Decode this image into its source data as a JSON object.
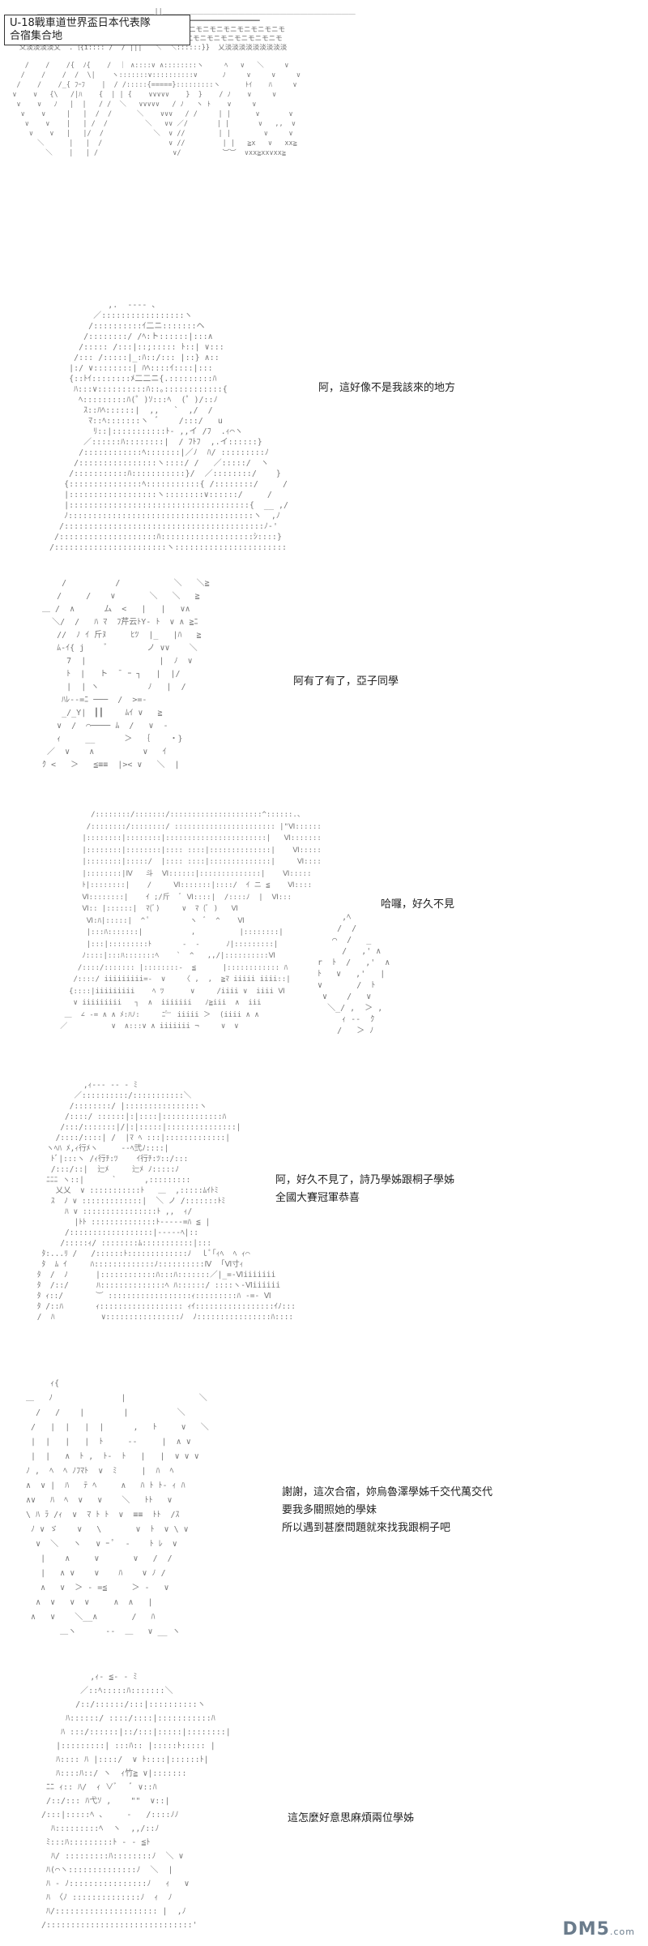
{
  "header": {
    "line1": "U-18戰車道世界盃日本代表隊",
    "line2": "合宿集合地"
  },
  "panels": [
    {
      "dialog": []
    },
    {
      "dialog": [
        "阿，這好像不是我該來的地方"
      ]
    },
    {
      "dialog": [
        "阿有了有了，亞子同學"
      ]
    },
    {
      "dialog": [
        "哈囉，好久不見"
      ]
    },
    {
      "dialog": [
        "阿，好久不見了，詩乃學姊跟桐子學姊",
        "全國大賽冠軍恭喜"
      ]
    },
    {
      "dialog": [
        "謝謝，這次合宿，妳烏魯澤學姊千交代萬交代",
        "要我多關照她的學妹",
        "所以遇到甚麼問題就來找我跟桐子吧"
      ]
    },
    {
      "dialog": [
        "這怎麼好意思麻煩兩位學姊"
      ]
    }
  ],
  "watermark": {
    "brand": "DM5",
    "suffix": ".com"
  },
  "art": {
    "p0_top": "         ＿＿＿＿＿＿＿＿＿＿＿＿＿＿＿＿＿||＿＿＿＿＿＿＿＿＿＿＿＿＿＿＿＿＿＿＿＿＿＿＿＿＿＿＿＿\n ━━━━━━━━━━━━━━━━━━━━━━━/ /||＼ ━━━━━━━━━━━━━━━━━━━━━━━━━━━━━━━\n 淡淡淡淡淡淡淡淡淡淡乂ニニ二二二ニ/ / ||| ＼ニ二二二二モニモニモニモニモニモニモ\n 淡淡淡淡淡淡淡乂二二ニ二二ニ二二/／ /_||| ＼＼_二二二モニモニモニモニモニモニモ\n  ￣ 爻淡淡淡淡乂  .｛{i:::: /  / |||   ＼  ＼::::::}}  乂淡淡淡淡淡淡淡淡淡",
    "p0_bottom": "      /    /    /{  ﾉ{    /  ｜ ∧::::∨ ∧::::::::ヽ     ﾍ   ∨   ＼     ∨\n     /    /    /  /  \\|    ヽ:::::::∨::::::::::∨      ﾉ     ∨     ∨     ∨\n    /    /    /_{ ﾌｰﾌ    |  / /:::::{=====}:::::::::ヽ      ﾄｲ    ﾊ     ∨\n   ∨    ∨   {\\   /|ﾊ    {  | | {    ∨∨∨∨∨    }  }    / ﾉ    ∨     ∨\n    ∨    ∨   ﾉ   |  |   / /  ＼   ∨∨∨∨∨   / ﾉ   ヽ ﾄ    ∨     ∨\n     ∨    ∨     |   |  /  /      ＼    ∨∨∨   / /     | |      ∨       ∨\n      ∨    ∨    |   | /  /         ＼   ∨∨ ／/       | |       ∨   ,,  ∨\n       ∨    ∨   |   |/  /            ＼  ∨ //        | |        ∨     ∨\n         ＼      |   |  /                ∨ //         | |   ≧x   ∨   xx≧\n           ＼    |   | /                  ∨/          ︶︶  ∨xx≧xx∨xx≧",
    "p1": "             ,.  --‐‐ ､\n          ／:::::::::::::::::ヽ\n         /::::::::::ｲ二ニ:::::::ヘ\n        /::::::::/ /ﾍ:ト::::::|:::∧\n       /::::: /:::|::;::::: ﾄ::| ∨:::\n      /::: /:::::|_:ﾊ::/::: |::} ∧::\n     |:/ ∨::::::::| ﾊﾍ::::ｲ::::|:::\n     {::ﾄｲ::::::::ﾒ二二ニ{.:::::::::ﾊ\n      ﾊ:::∨::::::::::ﾊ::｡::::::::::::{\n       ﾍ:::::::::ﾊ(゜)ｿ:::ﾍ  (゜)/::ﾉ\n        ｽ::ﾊﾍ::::::|  ,,   `  ,/  /\n         ﾏ::ﾍ:::::::ヽ  ﾞ    /:::/   u\n          ﾘ::|:::::::::::ﾄ‐ ,,イ /ﾌ  .ｨ⌒ヽ\n        ／::::::ﾊ::::::::|  / ﾌﾄﾌ  ,.イ::::::}\n       /::::::::::::ﾍ:::::::|／ﾉ  ﾊ/ :::::::::ﾉ\n      /::::::::::::::::ヽ::::/ /   ／:::::/  ヽ\n     /:::::::::::ﾊ:::::::::::}/  ／::::::::/    }\n    {:::::::::::::::ﾍ:::::::::::{ /::::::::/     /\n    |::::::::::::::::::ヽ::::::::∨::::::/     /\n    |:::::::::::::::::::::::::::::::::::::{  __ ,/\n    ﾉ::::::::::::::::::::::::::::::::::::::ヽ  ,ﾉ\n   /:::::::::::::::::::::::::::::::::::::::::ﾉ‐'\n  /::::::::::::::::::::ﾊ:::::::::::::::::::ｼ::::}\n /:::::::::::::::::::::::ヽ::::::::::::::::::::::::::ﾉ",
    "p2": "      /          /           ＼   ＼≧\n     /     /    ∨       ＼   ＼   ≧\n  ＿ /  ∧      ム  <   |   |   ∨∧\n    ＼/  /   ﾊ ﾏ  ﾌ芹云ﾄY‐ ﾄ  ∨ ∧ ≧ﾆ\n     //  ﾉ ｲ 斤ﾇ     ﾋﾂ  |_   |ﾊ   ≧\n     ﾑ-ｲ{ j    ﾞ        ノ ∨∨    ＼\n       7  |               |  ﾉ  ∨\n       ﾄ  |   ト  ̄  ｰ ┐   |  |/\n       |  | ヽ          ﾉ   |  /\n      ﾊﾚ‐‐=ﾆ ───  /  >=‐\n      _/_Y|  ▎▎    ﾑｲ ∨   ≧\n     ∨  /  ⌒──── ﾑ  /   ∨  ‐\n     ｨ     __      ＞  ｛    ・}\n   ／  ∨    ∧          ∨   ｲ\n  ｸ <   ＞   ≦≡≡  |>< ∨   ＼  |",
    "p3": "          /::::::::/:::::::/:::::::::::::::::::::^::::::.、\n         /::::::::/::::::::/ ::::::::::::::::::::::: |\"Ⅵ:::::::::\n        |::::::::|::::::::|:::::::::::::::::::::::|   Ⅵ::::::::\n        |::::::::|::::::::|:::: ::::|::::::::::::::|    Ⅵ:::::::\n        |::::::::|:::::/  |:::: ::::|::::::::::::::|     Ⅵ::::::\n        |::::::::|Ⅳ   斗  Ⅵ::::::|::::::::::::::|    Ⅵ:::::\n        ﾄ|::::::::|    /     Ⅵ:::::::|::::/  ｲ ニ ≦    Ⅵ::::\n        Ⅵ::::::::|    ｲ ;/斤  ﾞ Ⅵ::::|  /::::ﾉ  |  Ⅵ:::\n        Ⅵ:: |::::::|  ﾏ(ﾞ)     ∨  ﾏ (ﾞ )   Ⅵ\n         Ⅵ:ﾊ|:::::|  ^ ﾟ         ヽ  ﾞ  ^    Ⅵ\n         |:::ﾊ:::::::|           ,          |::::::::|\n         |:::|:::::::::ﾄ       ‐  ‐      ﾉ|:::::::::|\n        ﾉ::::|:::ﾊ:::::::ﾍ    `  ^   ,,/|::::::::::Ⅵ\n       /::::/::::::: |::::::::‐  ≦      |:::::::::::: ﾊ\n      /::::/ iiiiiiiii=-  ∨    〈 ,  ,  ≧ﾏ iiiii iiii::|\n     {::::|iiiiiiiii    ﾍ ﾂ      ∨     /iiii ∨  iiii Ⅵ\n      ∨ iiiiiiiii   ┐  ∧  iiiiiii   ﾉ≧iii  ∧  iii\n    ＿  ∠ ‐= ∧ ∧ ﾒ:ﾊﾉ:     ﾆ﹄ iiiii ＞  (iiii ∧ ∧\n   ／          ∨  ∧:::∨ ∧ iiiiiii ¬     ∨  ∨",
    "p3_hand": "       ,ﾍ\n      /  /\n     ⌒  /   _\n       /   ,' ∧\n  r  ﾄ  /   ,'  ∧\n  ﾄ   ∨   ,'   |\n  ∨       /  ﾄ\n   ∨    /   ∨\n    ＼_/ ,  ＞ ,\n       ｨ ‐‐  ｸ\n      /   ＞ ﾉ",
    "p4": "           ,ｨ‐‐‐ ‐‐ ‐ ﾐ\n         ／::::::::::/:::::::::::＼\n        /::::::::/ |::::::::::::::::ヽ\n       /::::/ ::::::|:|::::|:::::::::::::ﾊ\n      /:::/:::::::|/|:|:::::|:::::::::::::::|\n     /::::/::::| /  |ﾏ ﾍ :::|:::::::::::::|\n   ヽﾍﾊ ﾒ,ｨ行ﾒヽ     ‐‐ﾍ弐ﾉ::::|\n    ﾄﾞ|:::ヽ /ｨ行ﾁ:ﾂ    ｲ行ﾁ:ﾂ::/:::\n    /:::/::|  辷ﾒ     辷ﾒ ﾉ:::::ﾉ\n   ﾆﾆﾆ ヽ::|      `      ,:::::::::\n     乂乂  ∨ :::::::::::ﾄ   ＿  ,:::::ﾑｲﾄﾐ\n    ｽ  ﾉ ∨ :::::::::::::|  ＼ ノ /:::::::ﾄﾐ\n       ﾊ ∨ ::::::::::::::::ﾄ ,,  ｨ/\n         |ﾄﾄ ::::::::::::::ﾄ‐‐‐‐‐=ﾊ ≦ |\n       /::::::::::::::::::|‐-‐--ﾍ|::\n      /:::::ｨ/ ::::::::ﾑ:::::::::::|:::\n  ﾀ:...ﾘ /   /::::::ﾄ:::::::::::::ﾉ  ｌﾟ｢ｨﾍ  ﾍ ｨ⌒\n  ﾀ  ﾑ ｲ     ﾊ:::::::::::::ﾉ::::::::::Ⅳ  ｢Ⅵ寸ｨ\n ﾀ  /  ﾉ      |::::::::::::ﾊ:::ﾊ:::::::／|_=-Ⅵiiiiiii\n ﾀ  /::/      ﾊ::::::::::::::ﾍ ﾊ::::::/ ::::ヽ-Ⅵiiiiii\n ﾀ ｨ::/       ︶ ::::::::::::::::::ｨ:::::::::ﾊ ‐=- Ⅵ\n ﾀ /::ﾊ       ｨ:::::::::::::::::: ｨｲ:::::::::::::::::ｲﾉ:::\n /  ﾊ          ∨::::::::::::::::ﾉ  ﾉ::::::::::::::::ﾊ::::",
    "p5": "       ｨ{\n  ＿   ﾉ              |               ＼\n    /   /    |        |          ＼\n   /   |  |   |  |      ,   ﾄ     ∨   ＼\n   |  |   |   |  ﾄ     ‐‐     |  ∧ ∨\n   |  |   ∧  ﾄ ,  ﾄ‐  ﾄ   |   |  ∨ ∨ ∨\n  ﾉ ,  ﾍ  ﾍ ﾉﾌﾏﾄ  ∨  ﾐ     |  ﾊ  ﾍ\n  ∧  ∨ |  ﾊ   ﾃ ﾍ     ∧   ﾊ ﾄ ﾄ‐ ｨ ﾊ\n  ∧∨   ﾊ  ﾍ  ∨   ∨    ＼   ﾄﾄ   ∨\n  \\ ﾊ ﾗ /ｨ  ∨  ﾏ ﾄ ﾄ  ∨  ≡≡  ﾄﾄ  /ｽ\n   ﾉ ∨ ゞ    ∨   \\       ∨  ﾄ  ∨ \\ ∨\n    ∨  ＼   ヽ   ∨ ｰ ﾟ  ‐    ﾄ ﾚ  ∨\n     |    ∧     ∨       ∨   /  /\n     |   ∧ ∨    ∨    ﾊ    ∨ ﾉ /\n     ∧   ∨  ＞ - =≦     ＞ ‐   ∨\n    ∧  ∨   ∨  ∨     ∧  ∧   |\n   ∧   ∨    ＼__∧       /   ﾊ\n         ＿ヽ      ‐‐  ＿   ∨ __ ヽ",
    "p6": "           ,ｨ‐ ≦‐ ‐ ﾐ\n         ／::ﾍ:::::ﾊ:::::::＼\n        /::/::::::/:::|::::::::::ヽ\n      ﾊ::::::/ ::::/::::|:::::::::::ﾊ\n     ﾊ :::/::::::|::/:::|:::::|::::::::|\n    |:::::::::| :::ﾊ:: |:::::ﾄ::::: |\n    ﾊ:::: ﾊ |::::/  ∨ ﾄ::::|::::::ﾄ|\n    ﾊ::::ﾊ::/ ヽ  ｨ竹≧ ∨|:::::::\n  ﾆﾆ ｨ:: ﾊ/  ｨ ∨ﾞ   ﾞ ∨::ﾊ \n  /::/::: ﾊ弋ｿ ,    \"\"  ∨::|\n /:::|:::::ﾍ 、    ‐   /::::ﾉﾉ\n   ﾊ:::::::::ﾍ  ヽ  ,,/::ﾉ\n  ﾐ:::ﾊ:::::::::ﾄ ‐ ‐ ≦ﾄ\n   ﾊ/ :::::::::ﾊ::::::::ﾉ  ＼ ∨\n  ﾊ(⌒ヽ::::::::::::::ﾉ  ＼  |\n  ﾊ ‐ ﾉ::::::::::::::::ﾉ   ｨ   ∨\n  ﾊ 〈ﾉ ::::::::::::::ﾉ  ｨ  ﾉ\n  ﾊ/::::::::::::::::::::: |  ,ﾉ\n /::::::::::::::::::::::::::::::'"
  }
}
